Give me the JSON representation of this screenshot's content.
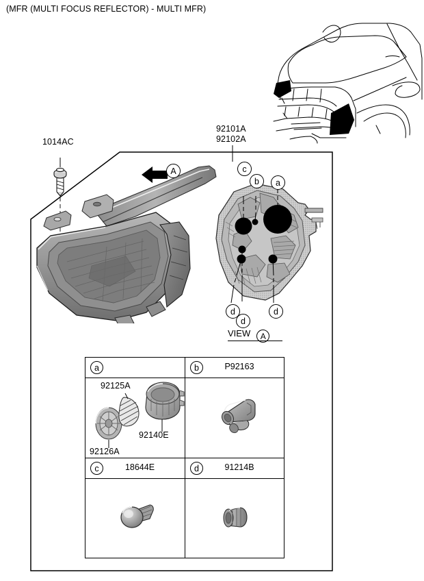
{
  "title": "(MFR (MULTI FOCUS REFLECTOR) - MULTI MFR)",
  "assembly": {
    "bolt_label": "1014AC",
    "headlamp_part_1": "92101A",
    "headlamp_part_2": "92102A",
    "view_arrow_letter": "A",
    "view_label": "VIEW",
    "view_letter": "A"
  },
  "housing_callouts": [
    {
      "letter": "c"
    },
    {
      "letter": "b"
    },
    {
      "letter": "a"
    },
    {
      "letter": "d"
    },
    {
      "letter": "d"
    },
    {
      "letter": "d"
    }
  ],
  "legend": {
    "cells": [
      {
        "letter": "a",
        "part": "",
        "icon": "reflector-bezel-assembly-icon",
        "sub_labels": [
          {
            "text": "92125A"
          },
          {
            "text": "92140E"
          },
          {
            "text": "92126A"
          }
        ]
      },
      {
        "letter": "b",
        "part": "P92163",
        "icon": "bulb-socket-connector-icon",
        "sub_labels": []
      },
      {
        "letter": "c",
        "part": "18644E",
        "icon": "bulb-icon",
        "sub_labels": []
      },
      {
        "letter": "d",
        "part": "91214B",
        "icon": "grommet-cap-icon",
        "sub_labels": []
      }
    ]
  },
  "colors": {
    "line": "#000000",
    "part_gray_light": "#c9c9c9",
    "part_gray_mid": "#9a9a9a",
    "part_gray_dark": "#6d6d6d",
    "fill_black": "#000000"
  }
}
